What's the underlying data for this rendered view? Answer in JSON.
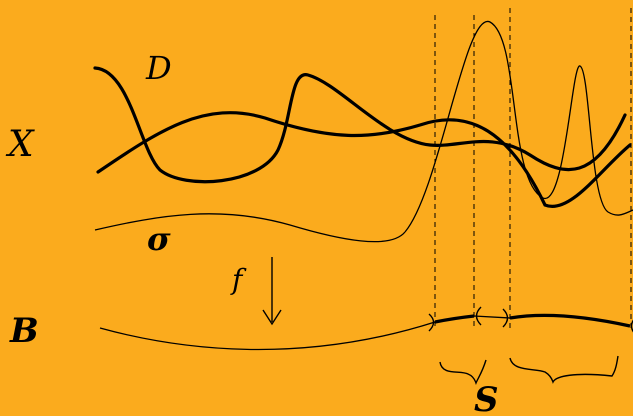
{
  "labels": {
    "space_total": "X",
    "divisor": "D",
    "section": "σ",
    "map": "f",
    "space_base": "B",
    "singular_set": "S"
  },
  "colors": {
    "background": "#fbab1d",
    "ink": "#000000"
  }
}
